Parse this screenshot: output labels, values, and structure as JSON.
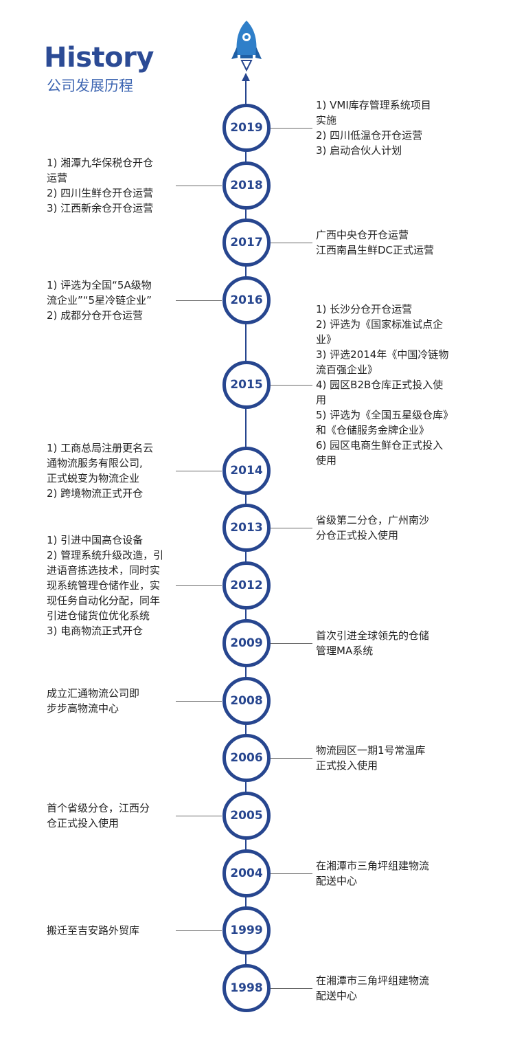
{
  "header": {
    "title": "History",
    "subtitle": "公司发展历程"
  },
  "colors": {
    "primary": "#27468f",
    "accent": "#3e66b2",
    "rocket": "#2f7fc9"
  },
  "icons": {
    "top": "rocket-icon"
  },
  "timeline": [
    {
      "year": "2019",
      "side": "right",
      "lines": [
        "1) VMI库存管理系统项目",
        "实施",
        "2) 四川低温仓开仓运营",
        "3) 启动合伙人计划"
      ]
    },
    {
      "year": "2018",
      "side": "left",
      "lines": [
        "1) 湘潭九华保税仓开仓",
        "运营",
        "2) 四川生鲜仓开仓运营",
        "3) 江西新余仓开仓运营"
      ]
    },
    {
      "year": "2017",
      "side": "right",
      "lines": [
        "广西中央仓开仓运营",
        "江西南昌生鲜DC正式运营"
      ]
    },
    {
      "year": "2016",
      "side": "left",
      "lines": [
        "1) 评选为全国“5A级物",
        "流企业”“5星冷链企业”",
        "2) 成都分仓开仓运营"
      ]
    },
    {
      "year": "2015",
      "side": "right",
      "lines": [
        "1) 长沙分仓开仓运营",
        "2) 评选为《国家标准试点企",
        "业》",
        "3) 评选2014年《中国冷链物",
        "流百强企业》",
        "4) 园区B2B仓库正式投入使",
        "用",
        "5) 评选为《全国五星级仓库》",
        "和《仓储服务金牌企业》",
        "6) 园区电商生鲜仓正式投入",
        "使用"
      ]
    },
    {
      "year": "2014",
      "side": "left",
      "lines": [
        "1) 工商总局注册更名云",
        "通物流服务有限公司,",
        "正式蜕变为物流企业",
        "2) 跨境物流正式开仓"
      ]
    },
    {
      "year": "2013",
      "side": "right",
      "lines": [
        "省级第二分仓，广州南沙",
        "分仓正式投入使用"
      ]
    },
    {
      "year": "2012",
      "side": "left",
      "lines": [
        "1) 引进中国高仓设备",
        "2) 管理系统升级改造，引",
        "进语音拣选技术，同时实",
        "现系统管理仓储作业，实",
        "现任务自动化分配，同年",
        "引进仓储货位优化系统",
        "3) 电商物流正式开仓"
      ]
    },
    {
      "year": "2009",
      "side": "right",
      "lines": [
        "首次引进全球领先的仓储",
        "管理MA系统"
      ]
    },
    {
      "year": "2008",
      "side": "left",
      "lines": [
        "成立汇通物流公司即",
        "步步高物流中心"
      ]
    },
    {
      "year": "2006",
      "side": "right",
      "lines": [
        "物流园区一期1号常温库",
        "正式投入使用"
      ]
    },
    {
      "year": "2005",
      "side": "left",
      "lines": [
        "首个省级分仓，江西分",
        "仓正式投入使用"
      ]
    },
    {
      "year": "2004",
      "side": "right",
      "lines": [
        "在湘潭市三角坪组建物流",
        "配送中心"
      ]
    },
    {
      "year": "1999",
      "side": "left",
      "lines": [
        "搬迁至吉安路外贸库"
      ]
    },
    {
      "year": "1998",
      "side": "right",
      "lines": [
        "在湘潭市三角坪组建物流",
        "配送中心"
      ]
    }
  ]
}
